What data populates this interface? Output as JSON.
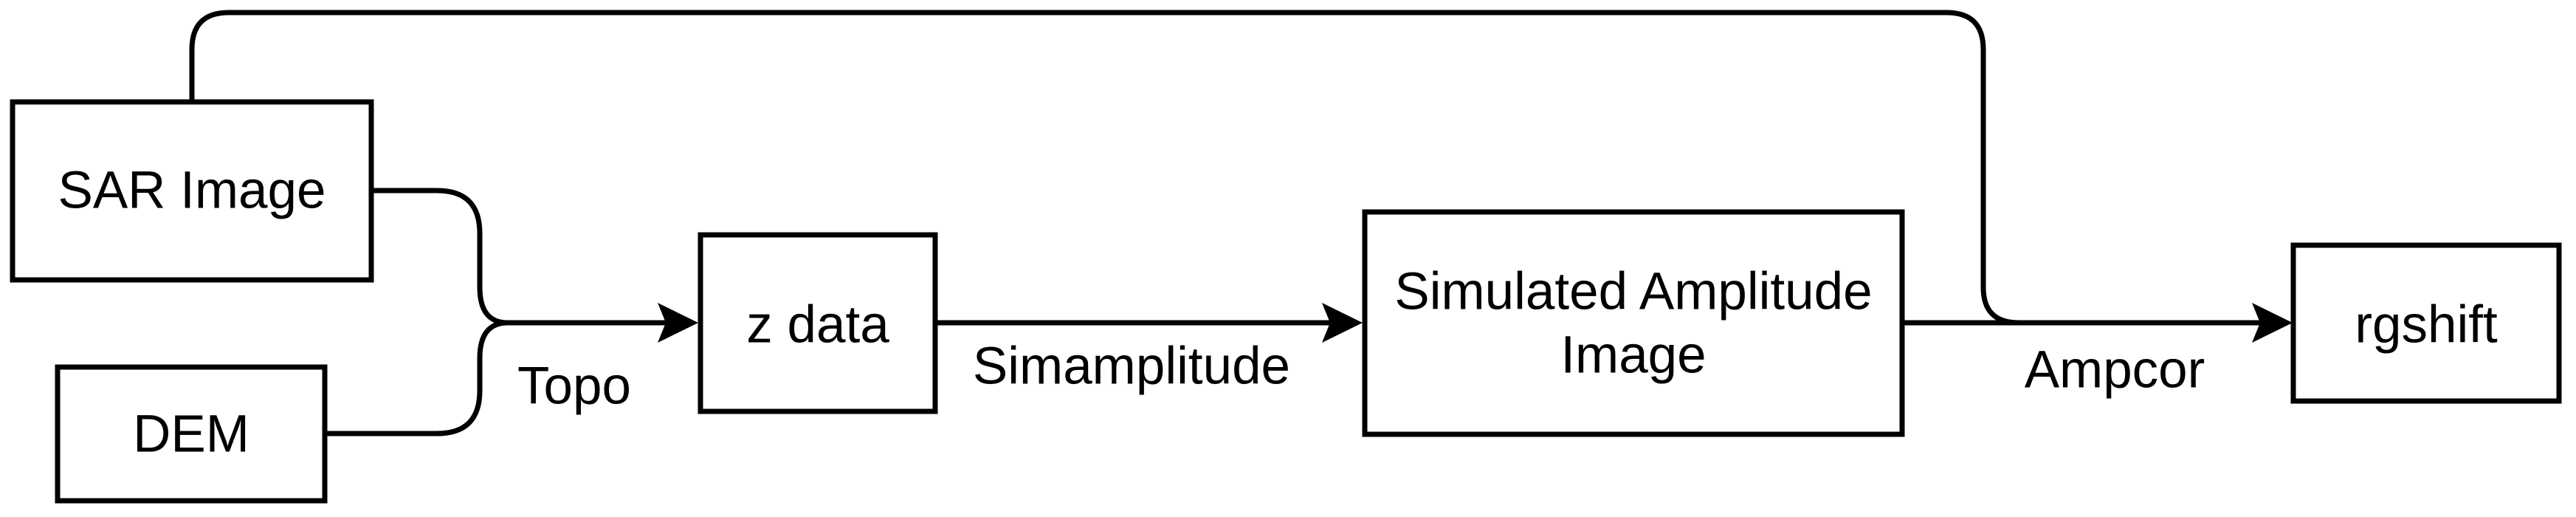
{
  "diagram": {
    "background_color": "#ffffff",
    "line_color": "#000000",
    "nodes": {
      "sar_image": {
        "label": "SAR Image"
      },
      "dem": {
        "label": "DEM"
      },
      "z_data": {
        "label": "z data"
      },
      "simulated_amplitude_image": {
        "lines": [
          "Simulated Amplitude",
          "Image"
        ]
      },
      "rgshift": {
        "label": "rgshift"
      }
    },
    "edge_labels": {
      "topo": "Topo",
      "simamplitude": "Simamplitude",
      "ampcor": "Ampcor"
    }
  }
}
